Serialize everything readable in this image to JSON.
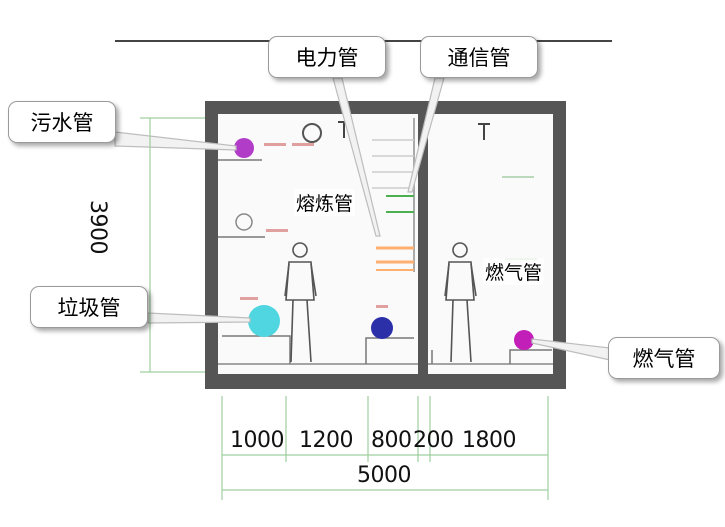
{
  "labels": {
    "electric": "电力管",
    "telecom": "通信管",
    "sewage": "污水管",
    "heat": "熔炼管",
    "gas_inner": "燃气管",
    "garbage": "垃圾管",
    "gas_callout": "燃气管"
  },
  "dimensions": {
    "height": "3900",
    "widths": [
      "1000",
      "1200",
      "800",
      "200",
      "1800"
    ],
    "total": "5000"
  },
  "colors": {
    "wall": "#555555",
    "sewage_pipe": "#b03cc8",
    "garbage_pipe": "#4fd6e0",
    "blue_pipe": "#2b2fa8",
    "gas_pipe": "#c21fb8",
    "dim_line": "#7fbf7f"
  }
}
